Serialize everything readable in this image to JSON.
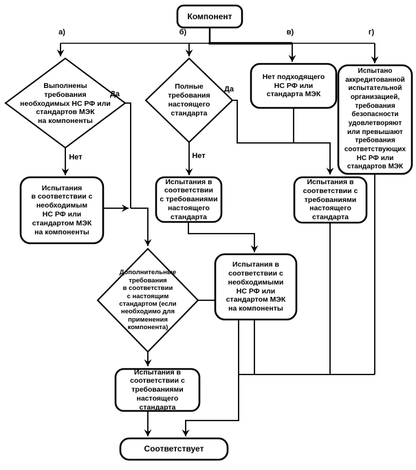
{
  "diagram": {
    "colors": {
      "line": "#000000",
      "node_fill": "#ffffff",
      "background": "#ffffff"
    },
    "nodes": {
      "komponent": {
        "label": "Компонент"
      },
      "diamond_a": {
        "label": "Выполнены\nтребования\nнеобходимых НС РФ или\nстандартов МЭК\nна компоненты"
      },
      "box_a1": {
        "label": "Испытания\nв соответствии с\nнеобходимым\nНС РФ или\nстандартом МЭК\nна компоненты"
      },
      "diamond_b": {
        "label": "Полные\nтребования\nнастоящего\nстандарта"
      },
      "box_b1": {
        "label": "Испытания в\nсоответствии\nс требованиями\nнастоящего\nстандарта"
      },
      "box_b2": {
        "label": "Испытания в\nсоответствии с\nнеобходимыми\nНС РФ или\nстандартом МЭК\nна компоненты"
      },
      "box_c": {
        "label": "Нет подходящего\nНС РФ или\nстандарта МЭК"
      },
      "box_c1": {
        "label": "Испытания в\nсоответствии с\nтребованиями\nнастоящего\nстандарта"
      },
      "box_g": {
        "label": "Испытано\nаккредитованной\nиспытательной\nорганизацией,\nтребования\nбезопасности\nудовлетворяют\nили превышают\nтребования\nсоответствующих\nНС РФ или\nстандартов МЭК"
      },
      "diamond_d": {
        "label": "Дополнительные\nтребования\nв соответствии\nс настоящим\nстандартом (если\nнеобходимо для\nприменения\nкомпонента)"
      },
      "box_d": {
        "label": "Испытания в\nсоответствии с\nтребованиями\nнастоящего\nстандарта"
      },
      "sootvetstvuet": {
        "label": "Соответствует"
      }
    },
    "branch_labels": {
      "a": {
        "label": "а)"
      },
      "b": {
        "label": "б)"
      },
      "v": {
        "label": "в)"
      },
      "g": {
        "label": "г)"
      }
    },
    "decision_labels": {
      "yes_a": {
        "label": "Да"
      },
      "no_a": {
        "label": "Нет"
      },
      "yes_b": {
        "label": "Да"
      },
      "no_b": {
        "label": "Нет"
      }
    }
  }
}
